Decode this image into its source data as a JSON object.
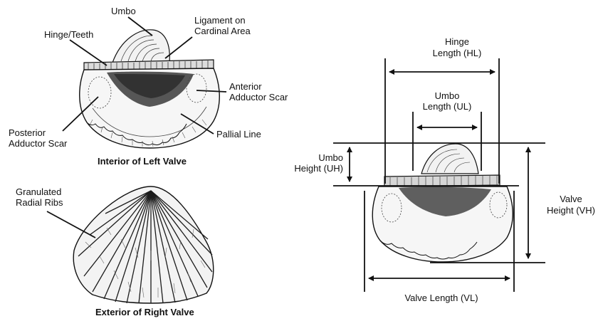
{
  "interior_view": {
    "caption": "Interior of Left Valve",
    "labels": {
      "umbo": "Umbo",
      "ligament_line1": "Ligament on",
      "ligament_line2": "Cardinal Area",
      "hinge_teeth": "Hinge/Teeth",
      "anterior_line1": "Anterior",
      "anterior_line2": "Adductor Scar",
      "posterior_line1": "Posterior",
      "posterior_line2": "Adductor Scar",
      "pallial_line": "Pallial Line"
    }
  },
  "exterior_view": {
    "caption": "Exterior of Right Valve",
    "labels": {
      "ribs_line1": "Granulated",
      "ribs_line2": "Radial Ribs"
    }
  },
  "measurements": {
    "hinge_line1": "Hinge",
    "hinge_line2": "Length (HL)",
    "umbo_len_line1": "Umbo",
    "umbo_len_line2": "Length (UL)",
    "umbo_height_line1": "Umbo",
    "umbo_height_line2": "Height (UH)",
    "valve_height_line1": "Valve",
    "valve_height_line2": "Height (VH)",
    "valve_length": "Valve Length (VL)"
  },
  "colors": {
    "line": "#111111",
    "shell_fill": "#f4f4f4",
    "shell_shade": "#3a3a3a"
  }
}
